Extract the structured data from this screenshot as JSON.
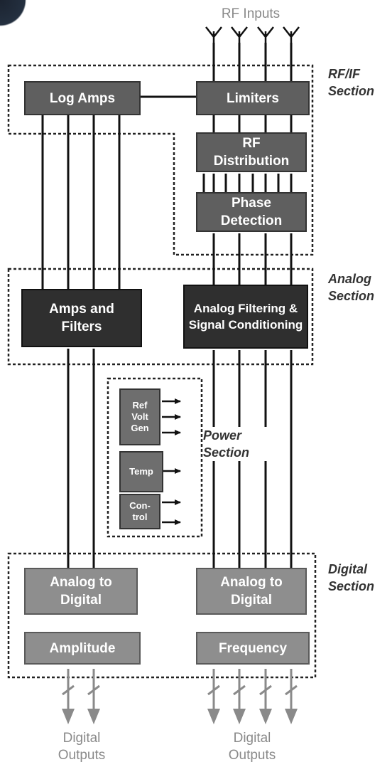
{
  "rf_inputs_label": "RF Inputs",
  "sections": {
    "rf_if": "RF/IF Section",
    "analog": "Analog Section",
    "power": "Power Section",
    "digital": "Digital Section"
  },
  "blocks": {
    "log_amps": "Log Amps",
    "limiters": "Limiters",
    "rf_distribution": "RF Distribution",
    "phase_detection": "Phase Detection",
    "amps_filters": "Amps and Filters",
    "analog_filtering": "Analog Filtering & Signal Conditioning",
    "ref_volt_gen": "Ref Volt Gen",
    "temp": "Temp",
    "control": "Con-trol",
    "adc_left": "Analog to Digital",
    "adc_right": "Analog to Digital",
    "amplitude": "Amplitude",
    "frequency": "Frequency"
  },
  "outputs": {
    "left": "Digital Outputs",
    "right": "Digital Outputs"
  },
  "colors": {
    "rf_blocks": "#5f5f5f",
    "analog_blocks": "#2f2f2f",
    "digital_blocks": "#8e8e8e",
    "power_blocks": "#6e6e6e",
    "output_arrows": "#8a8a8a"
  }
}
